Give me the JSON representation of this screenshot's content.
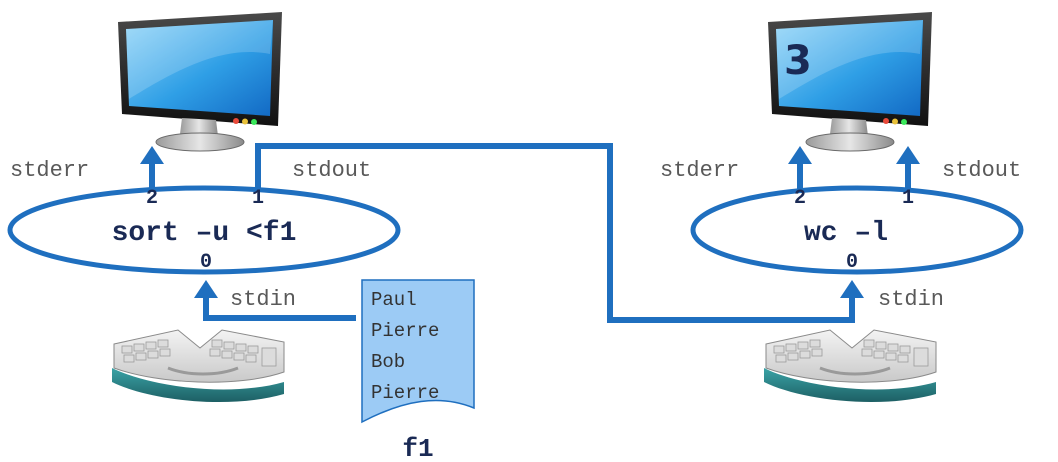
{
  "left_process": {
    "command": "sort –u <f1",
    "fd_stderr": "2",
    "fd_stdout": "1",
    "fd_stdin": "0",
    "stderr_label": "stderr",
    "stdout_label": "stdout",
    "stdin_label": "stdin"
  },
  "right_process": {
    "command": "wc –l",
    "fd_stderr": "2",
    "fd_stdout": "1",
    "fd_stdin": "0",
    "stderr_label": "stderr",
    "stdout_label": "stdout",
    "stdin_label": "stdin"
  },
  "right_monitor": {
    "screen_value": "3"
  },
  "file": {
    "name": "f1",
    "lines": [
      "Paul",
      "Pierre",
      "Bob",
      "Pierre"
    ]
  },
  "colors": {
    "connector": "#1f6fbf",
    "ellipse": "#1f6fbf",
    "file_fill": "#9ccbf5"
  }
}
